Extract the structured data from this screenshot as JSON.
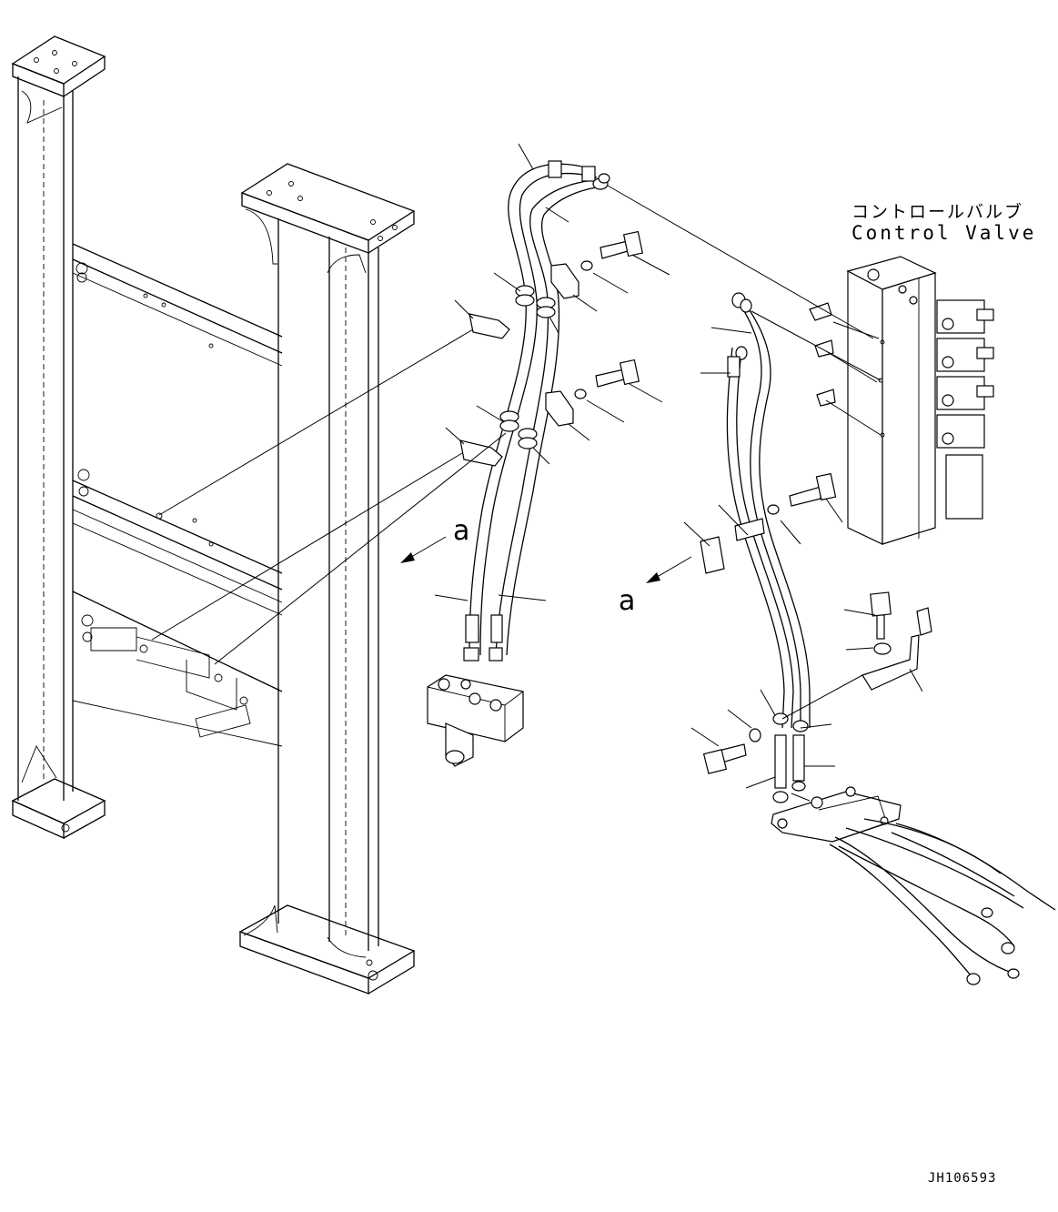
{
  "labels": {
    "control_valve_jp": "コントロールバルブ",
    "control_valve_en": "Control Valve",
    "view_a_left": "a",
    "view_a_right": "a",
    "drawing_number": "JH106593"
  }
}
